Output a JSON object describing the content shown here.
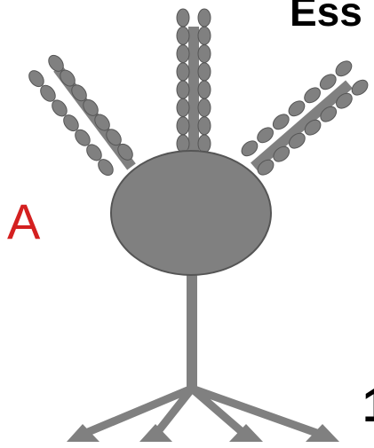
{
  "title_fragment": "Ess",
  "label": "A",
  "edge_mark": "1",
  "colors": {
    "structure_fill": "#808080",
    "structure_stroke": "#555555",
    "label": "#d42020",
    "text": "#000000"
  },
  "diagram": {
    "type": "neuron-schematic",
    "parts": [
      "cell-body",
      "dendrite",
      "dendrite",
      "dendrite",
      "axon",
      "axon-terminal",
      "axon-terminal",
      "axon-terminal",
      "axon-terminal"
    ]
  }
}
